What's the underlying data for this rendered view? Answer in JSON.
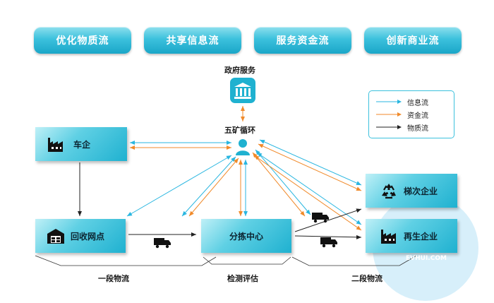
{
  "top_flows": [
    "优化物质流",
    "共享信息流",
    "服务资金流",
    "创新商业流"
  ],
  "gov": {
    "label": "政府服务"
  },
  "center": {
    "label": "五矿循环"
  },
  "nodes": {
    "car": "车企",
    "recycle": "回收网点",
    "sorting": "分拣中心",
    "cascade": "梯次企业",
    "regen": "再生企业"
  },
  "legend": {
    "info": "信息流",
    "money": "资金流",
    "material": "物质流"
  },
  "stages": {
    "first": "一段物流",
    "test": "检测评估",
    "second": "二段物流"
  },
  "watermark": "EVHUI.COM",
  "colors": {
    "info": "#29b6e0",
    "money": "#f08a2a",
    "material": "#222222",
    "accent": "#1fb1d0"
  }
}
